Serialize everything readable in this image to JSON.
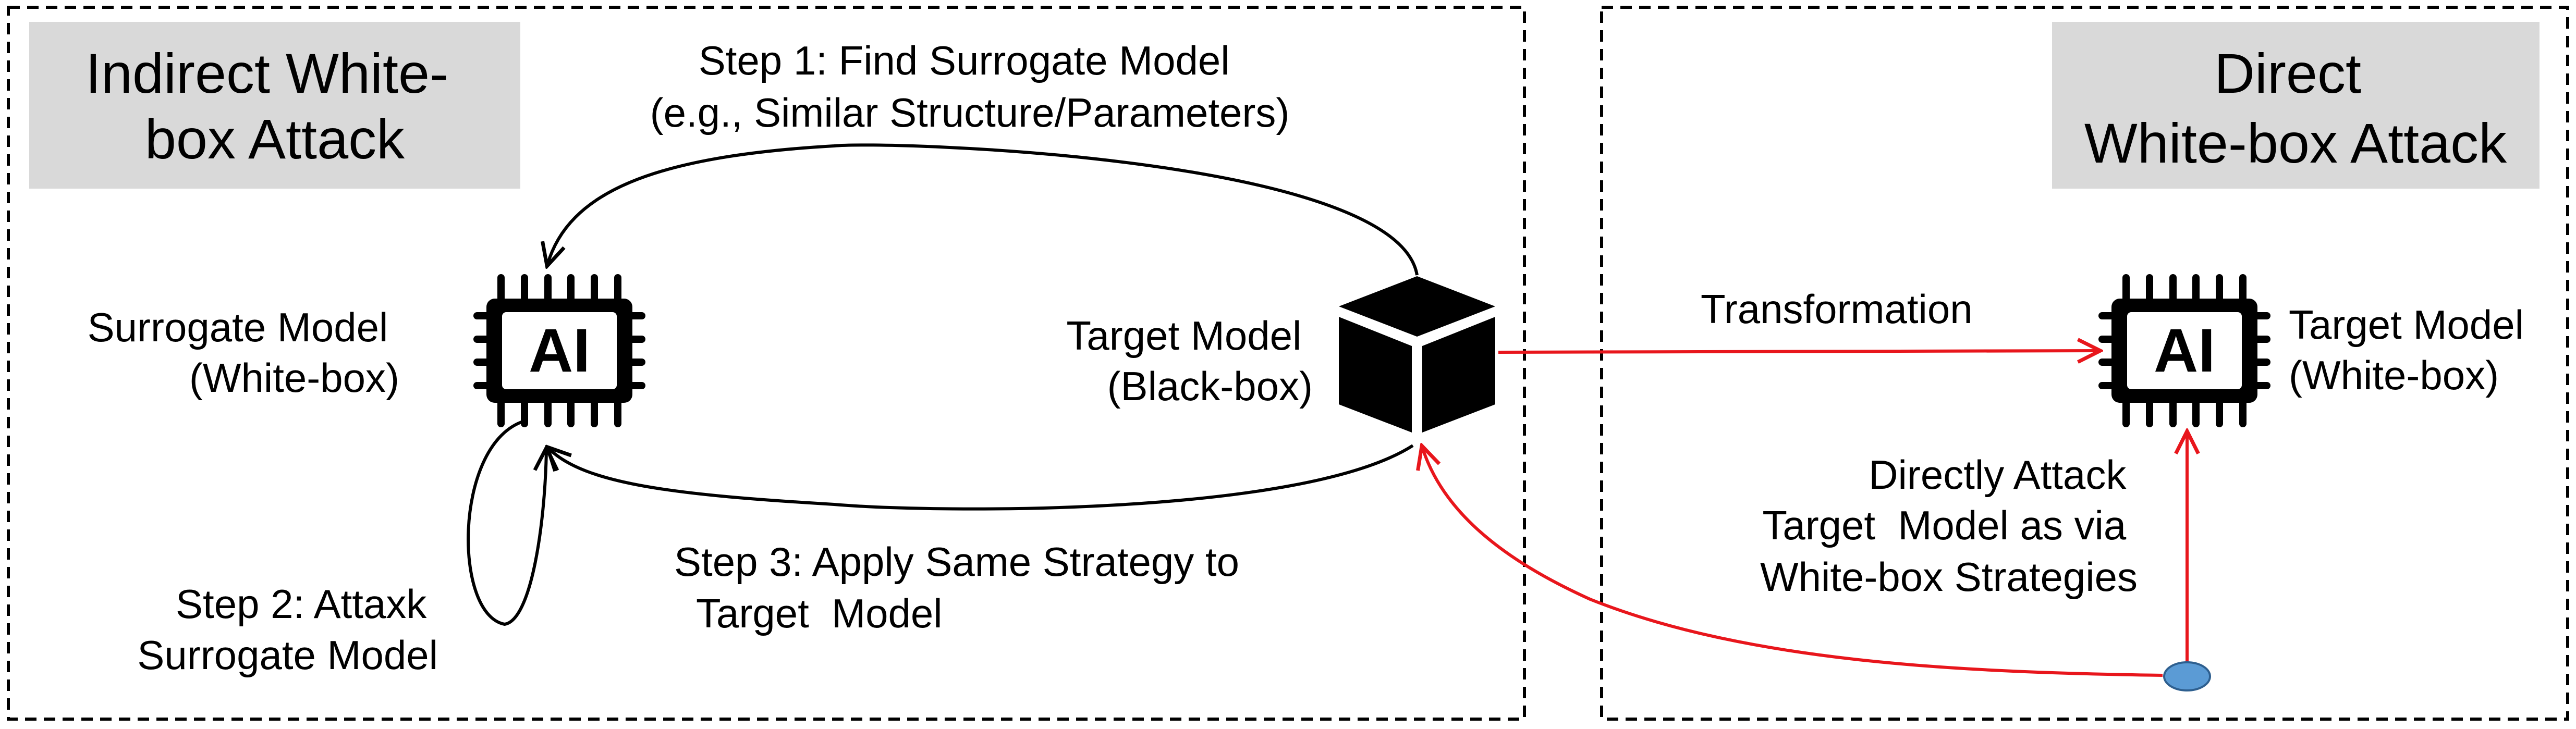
{
  "panels": {
    "indirect": {
      "title_lines": [
        "Indirect White-",
        "box Attack"
      ]
    },
    "direct": {
      "title_lines": [
        "Direct",
        "White-box Attack"
      ]
    }
  },
  "nodes": {
    "surrogate": {
      "chip_text": "AI",
      "label_lines": [
        "Surrogate Model",
        "(White-box)"
      ]
    },
    "target_blackbox": {
      "label_lines": [
        "Target Model",
        "(Black-box)"
      ]
    },
    "target_whitebox": {
      "chip_text": "AI",
      "label_lines": [
        "Target Model",
        "(White-box)"
      ]
    }
  },
  "edges": {
    "step1": {
      "label_lines": [
        "Step 1: Find Surrogate Model",
        "(e.g., Similar Structure/Parameters)"
      ]
    },
    "step2": {
      "label_lines": [
        "Step 2: Attaxk",
        "Surrogate Model"
      ]
    },
    "step3": {
      "label_lines": [
        "Step 3: Apply Same Strategy to",
        "Target  Model"
      ]
    },
    "transformation": {
      "label": "Transformation"
    },
    "direct_attack": {
      "label_lines": [
        "Directly Attack",
        "Target  Model as via",
        "White-box Strategies"
      ]
    }
  },
  "colors": {
    "panel_title_bg": "#d9d9d9",
    "red_arrow": "#e8161c",
    "attack_point_fill": "#5b9bd5",
    "stroke": "#000000"
  },
  "icons": {
    "surrogate": "ai-chip-icon",
    "target_blackbox": "cube-icon",
    "target_whitebox": "ai-chip-icon"
  }
}
